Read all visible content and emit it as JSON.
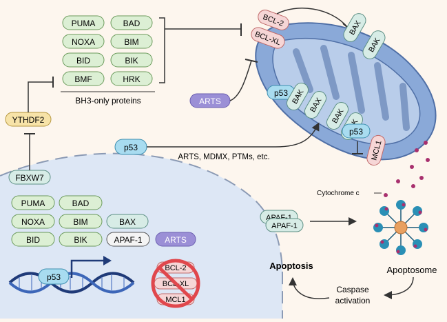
{
  "colors": {
    "background": "#fdf6ee",
    "nucleus": "#dde7f5",
    "mitochondrion": "#8aa9d8",
    "green_pill": "#dcefd4",
    "green_stroke": "#6a9a5a",
    "red_pill": "#f6d6d6",
    "red_stroke": "#c06a6a",
    "teal_pill": "#d7ece6",
    "teal_stroke": "#5c8f84",
    "blue_pill": "#a8dcf0",
    "purple_pill": "#9b8fd6",
    "yellow_pill": "#f7e3a8",
    "prohibit": "#e0474c",
    "cytochrome": "#a8306e",
    "dna": "#1f3a78"
  },
  "bh3_cyto": {
    "items": [
      "PUMA",
      "BAD",
      "NOXA",
      "BIM",
      "BID",
      "BIK",
      "BMF",
      "HRK"
    ],
    "caption": "BH3-only proteins"
  },
  "regulators": {
    "ythdf2": "YTHDF2",
    "fbxw7": "FBXW7",
    "arts_cyto": "ARTS",
    "p53_cyto": "p53",
    "p53_path_label": "ARTS, MDMX, PTMs, etc."
  },
  "mito": {
    "bcl2": "BCL-2",
    "bclxl": "BCL-XL",
    "bax_top": "BAX",
    "bak_top": "BAK",
    "p53_a": "p53",
    "bak_mid": "BAK",
    "bax_mid": "BAX",
    "bak_low": "BAK",
    "bak_low2": "BAK",
    "p53_b": "p53",
    "mcl1": "MCL1"
  },
  "nucleus": {
    "items_green": [
      "PUMA",
      "BAD",
      "NOXA",
      "BIM",
      "BID",
      "BIK"
    ],
    "bax": "BAX",
    "apaf1": "APAF-1",
    "arts": "ARTS",
    "p53": "p53",
    "blocked": [
      "BCL-2",
      "BCL-XL",
      "MCL1"
    ]
  },
  "apoptosis": {
    "cytochrome_label": "Cytochrome c",
    "apaf1_top": "APAF-1",
    "apaf1_bottom": "APAF-1",
    "apoptosome": "Apoptosome",
    "caspase": "Caspase",
    "activation": "activation",
    "apoptosis": "Apoptosis"
  }
}
